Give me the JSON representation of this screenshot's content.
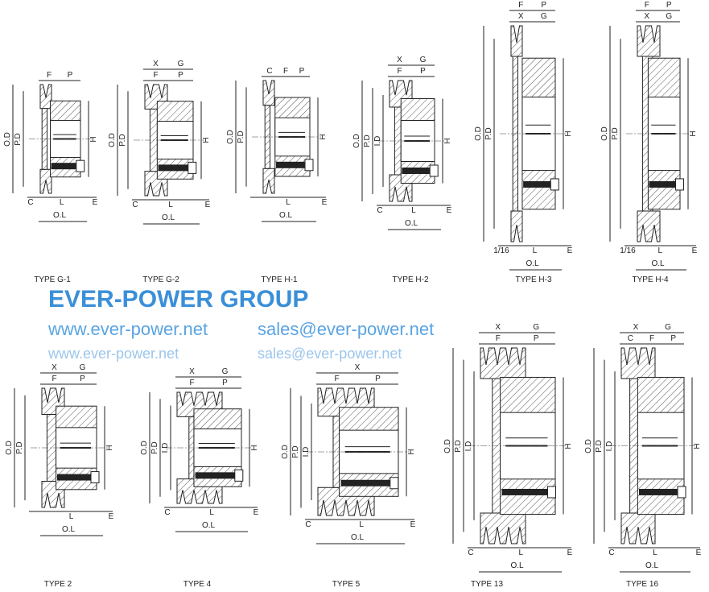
{
  "colors": {
    "line": "#222222",
    "hatch": "#555555",
    "watermark": "#3a8fd8",
    "watermark_light": "#9cc6ec"
  },
  "watermark": {
    "brand": "EVER-POWER GROUP",
    "website": "www.ever-power.net",
    "email": "sales@ever-power.net",
    "email_faint": "sales@ever-power.net",
    "website_faint": "www.ever-power.net"
  },
  "diagrams": [
    {
      "type": "TYPE G-1",
      "grooves": 1,
      "top": [
        [
          "F",
          "P"
        ]
      ],
      "left": [
        "O.D",
        "P.D"
      ],
      "right": "H",
      "bottom": [
        "C",
        "L",
        "E"
      ],
      "total": "O.L"
    },
    {
      "type": "TYPE G-2",
      "grooves": 2,
      "top": [
        [
          "F",
          "P"
        ],
        [
          "X",
          "G"
        ]
      ],
      "left": [
        "O.D",
        "P.D"
      ],
      "right": "H",
      "bottom": [
        "C",
        "L",
        "E"
      ],
      "total": "O.L"
    },
    {
      "type": "TYPE H-1",
      "grooves": 1,
      "top": [
        [
          "C",
          "F",
          "P"
        ]
      ],
      "left": [
        "O.D",
        "P.D"
      ],
      "right": "H",
      "bottom": [
        "L",
        "E"
      ],
      "total": "O.L"
    },
    {
      "type": "TYPE H-2",
      "grooves": 2,
      "top": [
        [
          "F",
          "P"
        ],
        [
          "X",
          "G"
        ]
      ],
      "left": [
        "O.D",
        "P.D",
        "I.D"
      ],
      "right": "H",
      "bottom": [
        "C",
        "L",
        "E"
      ],
      "total": "O.L"
    },
    {
      "type": "TYPE H-3",
      "grooves": 1,
      "top": [
        [
          "X",
          "G"
        ],
        [
          "F",
          "P"
        ]
      ],
      "left": [
        "O.D",
        "P.D"
      ],
      "right": "H",
      "bottom": [
        "1/16",
        "L",
        "E"
      ],
      "total": "O.L"
    },
    {
      "type": "TYPE H-4",
      "grooves": 2,
      "top": [
        [
          "X",
          "G"
        ],
        [
          "F",
          "P"
        ]
      ],
      "left": [
        "O.D",
        "P.D"
      ],
      "right": "H",
      "bottom": [
        "1/16",
        "L",
        "E"
      ],
      "total": "O.L"
    },
    {
      "type": "TYPE 2",
      "grooves": 2,
      "top": [
        [
          "F",
          "P"
        ],
        [
          "X",
          "G"
        ]
      ],
      "left": [
        "O.D",
        "P.D"
      ],
      "right": "H",
      "bottom": [
        "L",
        "E"
      ],
      "total": "O.L"
    },
    {
      "type": "TYPE 4",
      "grooves": 4,
      "top": [
        [
          "F",
          "P"
        ],
        [
          "X",
          "G"
        ]
      ],
      "left": [
        "O.D",
        "P.D",
        "I.D"
      ],
      "right": "H",
      "bottom": [
        "C",
        "L",
        "E"
      ],
      "total": "O.L"
    },
    {
      "type": "TYPE 5",
      "grooves": 5,
      "top": [
        [
          "F",
          "P"
        ],
        [
          "X"
        ]
      ],
      "left": [
        "O.D",
        "P.D",
        "I.D"
      ],
      "right": "H",
      "bottom": [
        "C",
        "L",
        "E"
      ],
      "total": "O.L"
    },
    {
      "type": "TYPE 13",
      "grooves": 4,
      "top": [
        [
          "F",
          "P"
        ],
        [
          "X",
          "G"
        ]
      ],
      "left": [
        "O.D",
        "P.D",
        "I.D"
      ],
      "right": "H",
      "bottom": [
        "C",
        "L",
        "E"
      ],
      "total": "O.L"
    },
    {
      "type": "TYPE 16",
      "grooves": 3,
      "top": [
        [
          "C",
          "F",
          "P"
        ],
        [
          "X",
          "G"
        ]
      ],
      "left": [
        "O.D",
        "P.D",
        "I.D"
      ],
      "right": "H",
      "bottom": [
        "C",
        "L",
        "E"
      ],
      "total": "O.L"
    }
  ]
}
